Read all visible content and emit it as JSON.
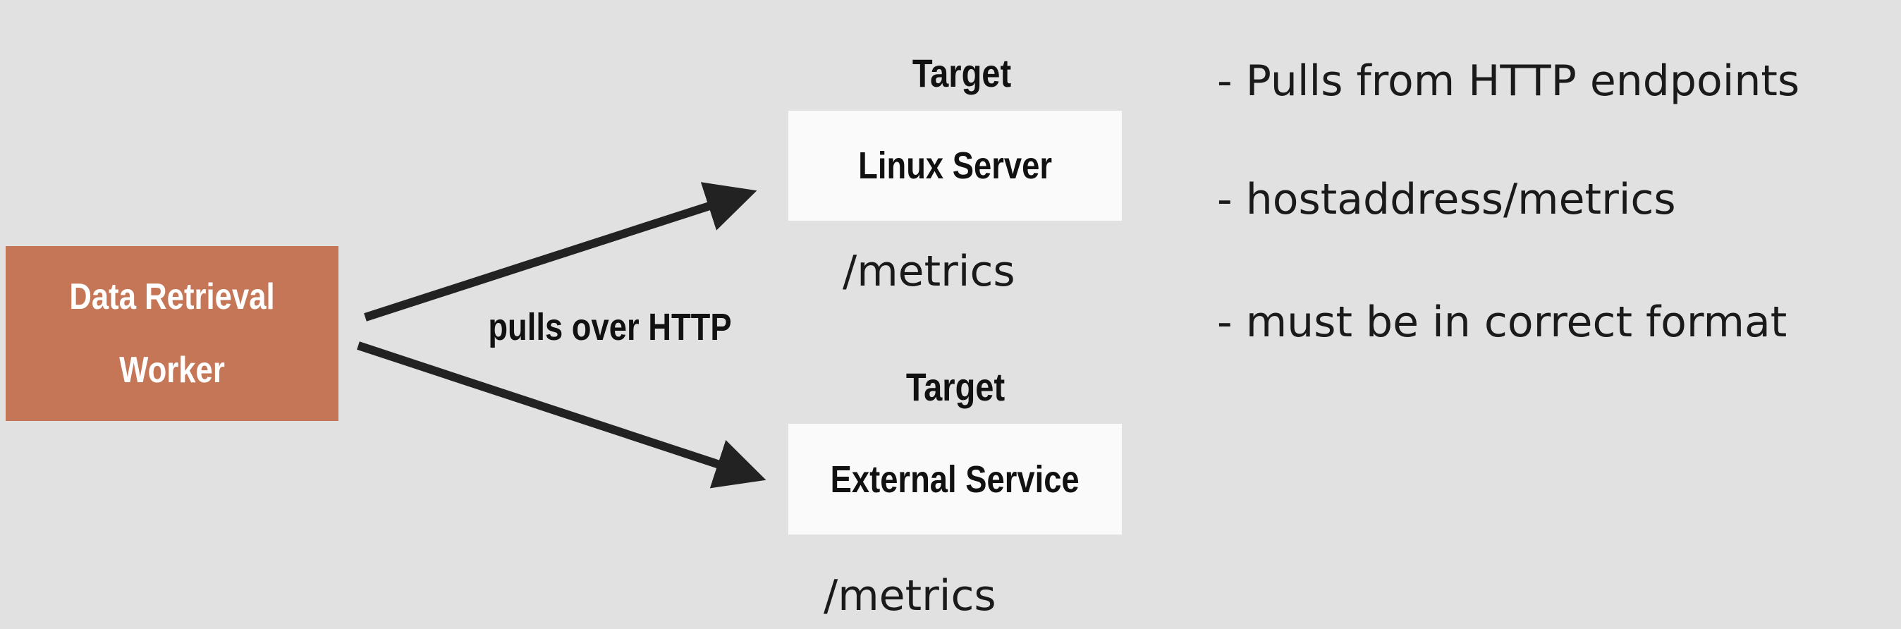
{
  "worker": {
    "line1": "Data Retrieval",
    "line2": "Worker"
  },
  "edge_label": "pulls over HTTP",
  "targets": [
    {
      "title": "Target",
      "name": "Linux Server",
      "endpoint": "/metrics"
    },
    {
      "title": "Target",
      "name": "External Service",
      "endpoint": "/metrics"
    }
  ],
  "notes": [
    "- Pulls from HTTP endpoints",
    "- hostaddress/metrics",
    "- must be in correct format"
  ],
  "colors": {
    "background": "#e1e1e1",
    "worker_fill": "#c57657",
    "target_fill": "#fafafa",
    "arrow": "#222222"
  }
}
